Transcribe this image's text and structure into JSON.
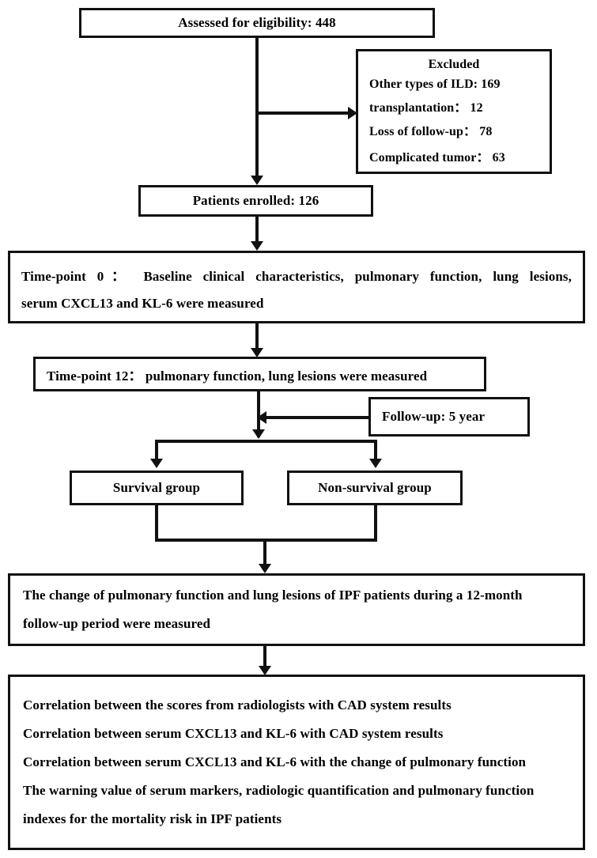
{
  "diagram": {
    "title": "IPF study enrollment and analysis flow chart",
    "accent_color": "#111111",
    "background_color": "#ffffff"
  },
  "nodes": {
    "assessed": {
      "label": "Assessed for eligibility: 448"
    },
    "excluded": {
      "heading": "Excluded",
      "items": [
        "Other types of ILD: 169",
        "transplantation： 12",
        "Loss of follow-up： 78",
        "Complicated tumor： 63"
      ]
    },
    "enrolled": {
      "label": "Patients enrolled: 126"
    },
    "timepoint0": {
      "line1": "Time-point  0： Baseline  clinical  characteristics,  pulmonary  function,    lung  lesions,",
      "line2": "serum CXCL13 and KL-6 were measured"
    },
    "timepoint12": {
      "label": "Time-point 12： pulmonary function,   lung lesions were measured"
    },
    "followup": {
      "label": "Follow-up: 5 year"
    },
    "survival": {
      "label": "Survival group"
    },
    "nonsurvival": {
      "label": "Non-survival group"
    },
    "change": {
      "line1": "The change of pulmonary function and lung lesions of IPF patients during a 12-month",
      "line2": "follow-up period were measured"
    },
    "outcomes": {
      "lines": [
        "Correlation between the scores from radiologists with CAD system results",
        "Correlation between serum CXCL13 and KL-6 with CAD system results",
        "Correlation between serum CXCL13 and KL-6 with the change of pulmonary function",
        "The warning value of serum markers, radiologic quantification and pulmonary function",
        "indexes for the mortality risk in IPF patients"
      ]
    }
  }
}
